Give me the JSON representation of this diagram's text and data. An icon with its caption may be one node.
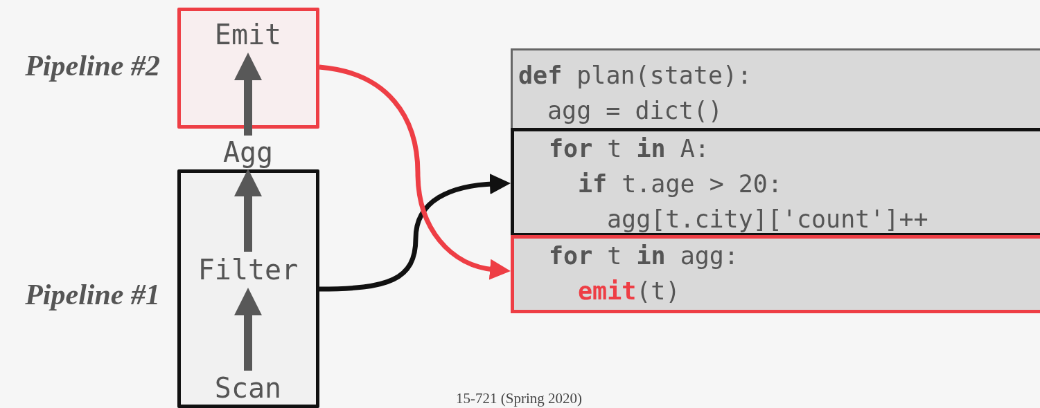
{
  "diagram": {
    "nodes": [
      {
        "text": [
          "Pipeline #2"
        ]
      },
      {
        "text": [
          "Emit"
        ],
        "in": 0
      },
      {
        "text": [
          "Agg"
        ]
      },
      {
        "text": [
          "Pipeline #1"
        ]
      },
      {
        "text": [
          "Filter"
        ],
        "in": 3
      },
      {
        "text": [
          "Scan"
        ],
        "in": 3
      },
      {
        "text": [
          "**def** plan(state):",
          "agg = dict()"
        ]
      },
      {
        "text": [
          "**for** t **in** A:",
          "**if** t.age > 20:",
          "agg[t.city]['count']++"
        ],
        "in": 6
      },
      {
        "text": [
          "**for** t **in** agg:",
          "**emit**(t)"
        ],
        "in": 6
      }
    ],
    "edges": [
      {
        "from": 5,
        "to": 4,
        "arrow": "to"
      },
      {
        "from": 4,
        "to": 2,
        "arrow": "to"
      },
      {
        "from": 2,
        "to": 1,
        "arrow": "to"
      },
      {
        "from": 3,
        "to": 7,
        "arrow": "to",
        "color": "#111111"
      },
      {
        "from": 0,
        "to": 8,
        "arrow": "to",
        "color": "#ee3e45"
      }
    ],
    "labels": [
      "15-721 (Spring 2020)"
    ]
  }
}
